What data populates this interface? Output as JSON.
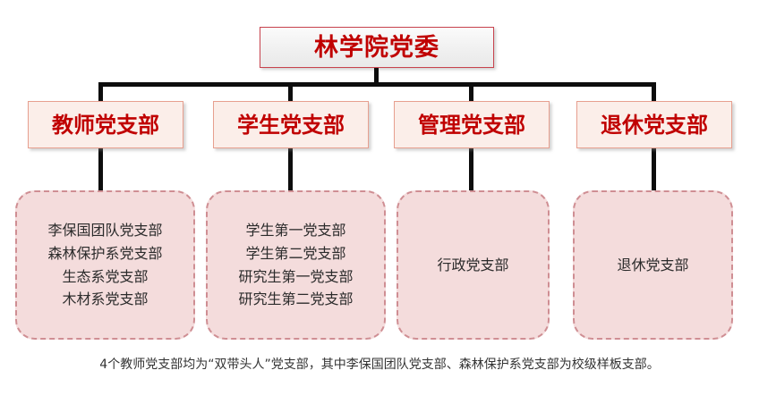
{
  "diagram": {
    "title_node": {
      "label": "林学院党委"
    },
    "level2_nodes": [
      {
        "label": "教师党支部"
      },
      {
        "label": "学生党支部"
      },
      {
        "label": "管理党支部"
      },
      {
        "label": "退休党支部"
      }
    ],
    "level3_groups": [
      {
        "items": [
          "李保国团队党支部",
          "森林保护系党支部",
          "生态系党支部",
          "木材系党支部"
        ]
      },
      {
        "items": [
          "学生第一党支部",
          "学生第二党支部",
          "研究生第一党支部",
          "研究生第二党支部"
        ]
      },
      {
        "items": [
          "行政党支部"
        ]
      },
      {
        "items": [
          "退休党支部"
        ]
      }
    ],
    "footnote": "4个教师党支部均为“双带头人”党支部，其中李保国团队党支部、森林保护系党支部为校级样板支部。",
    "colors": {
      "root_text": "#c00000",
      "root_border": "#c8434e",
      "root_fill": "#f0f0f0",
      "level2_text": "#c00000",
      "level2_border": "#e79f8f",
      "level2_fill": "#fbeee9",
      "level3_border": "#cf8e93",
      "level3_fill": "#f4dcdc",
      "level3_text": "#2b2b2b",
      "connector": "#0d0d0d",
      "footnote_text": "#333333"
    }
  }
}
